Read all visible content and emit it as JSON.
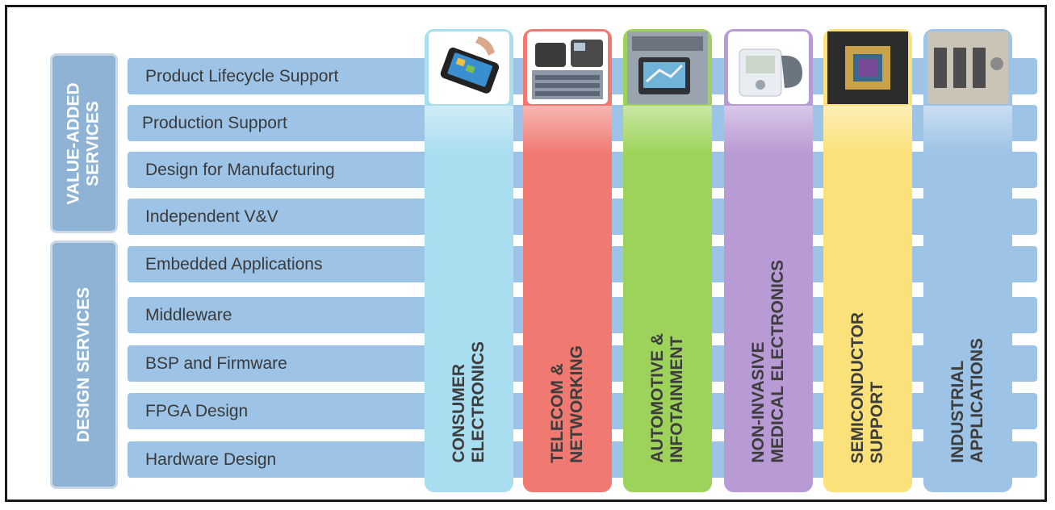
{
  "groups": [
    {
      "label": "VALUE-ADDED\nSERVICES"
    },
    {
      "label": "DESIGN SERVICES"
    }
  ],
  "rows": [
    "Product Lifecycle Support",
    "Production Support",
    "Design for Manufacturing",
    "Independent V&V",
    "Embedded Applications",
    "Middleware",
    "BSP and Firmware",
    "FPGA Design",
    "Hardware Design"
  ],
  "columns": [
    {
      "label": "CONSUMER\nELECTRONICS",
      "color": "#a9ddf0",
      "image": "smartphone-icon"
    },
    {
      "label": "TELECOM &\nNETWORKING",
      "color": "#f07a72",
      "image": "telephone-network-icon"
    },
    {
      "label": "AUTOMOTIVE &\nINFOTAINMENT",
      "color": "#9dd35a",
      "image": "car-dashboard-icon"
    },
    {
      "label": "NON-INVASIVE\nMEDICAL ELECTRONICS",
      "color": "#b89ad4",
      "image": "blood-pressure-monitor-icon"
    },
    {
      "label": "SEMICONDUCTOR\nSUPPORT",
      "color": "#fbe17a",
      "image": "microchip-icon"
    },
    {
      "label": "INDUSTRIAL\nAPPLICATIONS",
      "color": "#9dc3e6",
      "image": "industrial-panel-icon"
    }
  ]
}
